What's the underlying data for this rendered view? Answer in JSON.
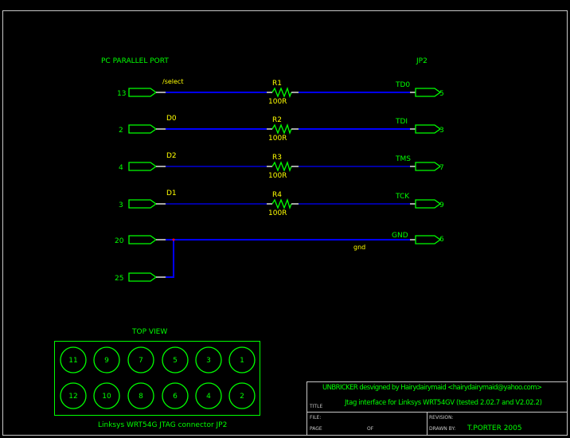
{
  "colors": {
    "background": "#000000",
    "component": "#00ff00",
    "label": "#ffff00",
    "wire": "#0000ff",
    "frame": "#c8c8c8",
    "junction": "#ff0000"
  },
  "left_header": "PC PARALLEL PORT",
  "right_header": "JP2",
  "nets": [
    {
      "left_pin": "13",
      "net": "/select",
      "resistor": "R1",
      "value": "100R",
      "right_label": "TD0",
      "right_pin": "5"
    },
    {
      "left_pin": "2",
      "net": "D0",
      "resistor": "R2",
      "value": "100R",
      "right_label": "TDI",
      "right_pin": "3"
    },
    {
      "left_pin": "4",
      "net": "D2",
      "resistor": "R3",
      "value": "100R",
      "right_label": "TMS",
      "right_pin": "7"
    },
    {
      "left_pin": "3",
      "net": "D1",
      "resistor": "R4",
      "value": "100R",
      "right_label": "TCK",
      "right_pin": "9"
    }
  ],
  "ground": {
    "left_pins": [
      "20",
      "25"
    ],
    "net": "gnd",
    "right_label": "GND",
    "right_pin": "6"
  },
  "connector": {
    "title": "TOP VIEW",
    "top_row": [
      "11",
      "9",
      "7",
      "5",
      "3",
      "1"
    ],
    "bottom_row": [
      "12",
      "10",
      "8",
      "6",
      "4",
      "2"
    ],
    "caption": "Linksys WRT54G JTAG connector JP2"
  },
  "title_block": {
    "line1": "UNBRICKER desvigned by Hairydairymaid <hairydairymaid@yahoo.com>",
    "line2": "Jtag interface for Linksys WRT54GV (tested 2.02.7 and V2.02.2)",
    "title_label": "TITLE",
    "file_label": "FILE:",
    "page_label": "PAGE",
    "of_label": "OF",
    "revision_label": "REVISION:",
    "drawn_by_label": "DRAWN BY:",
    "drawn_by": "T.PORTER 2005"
  }
}
